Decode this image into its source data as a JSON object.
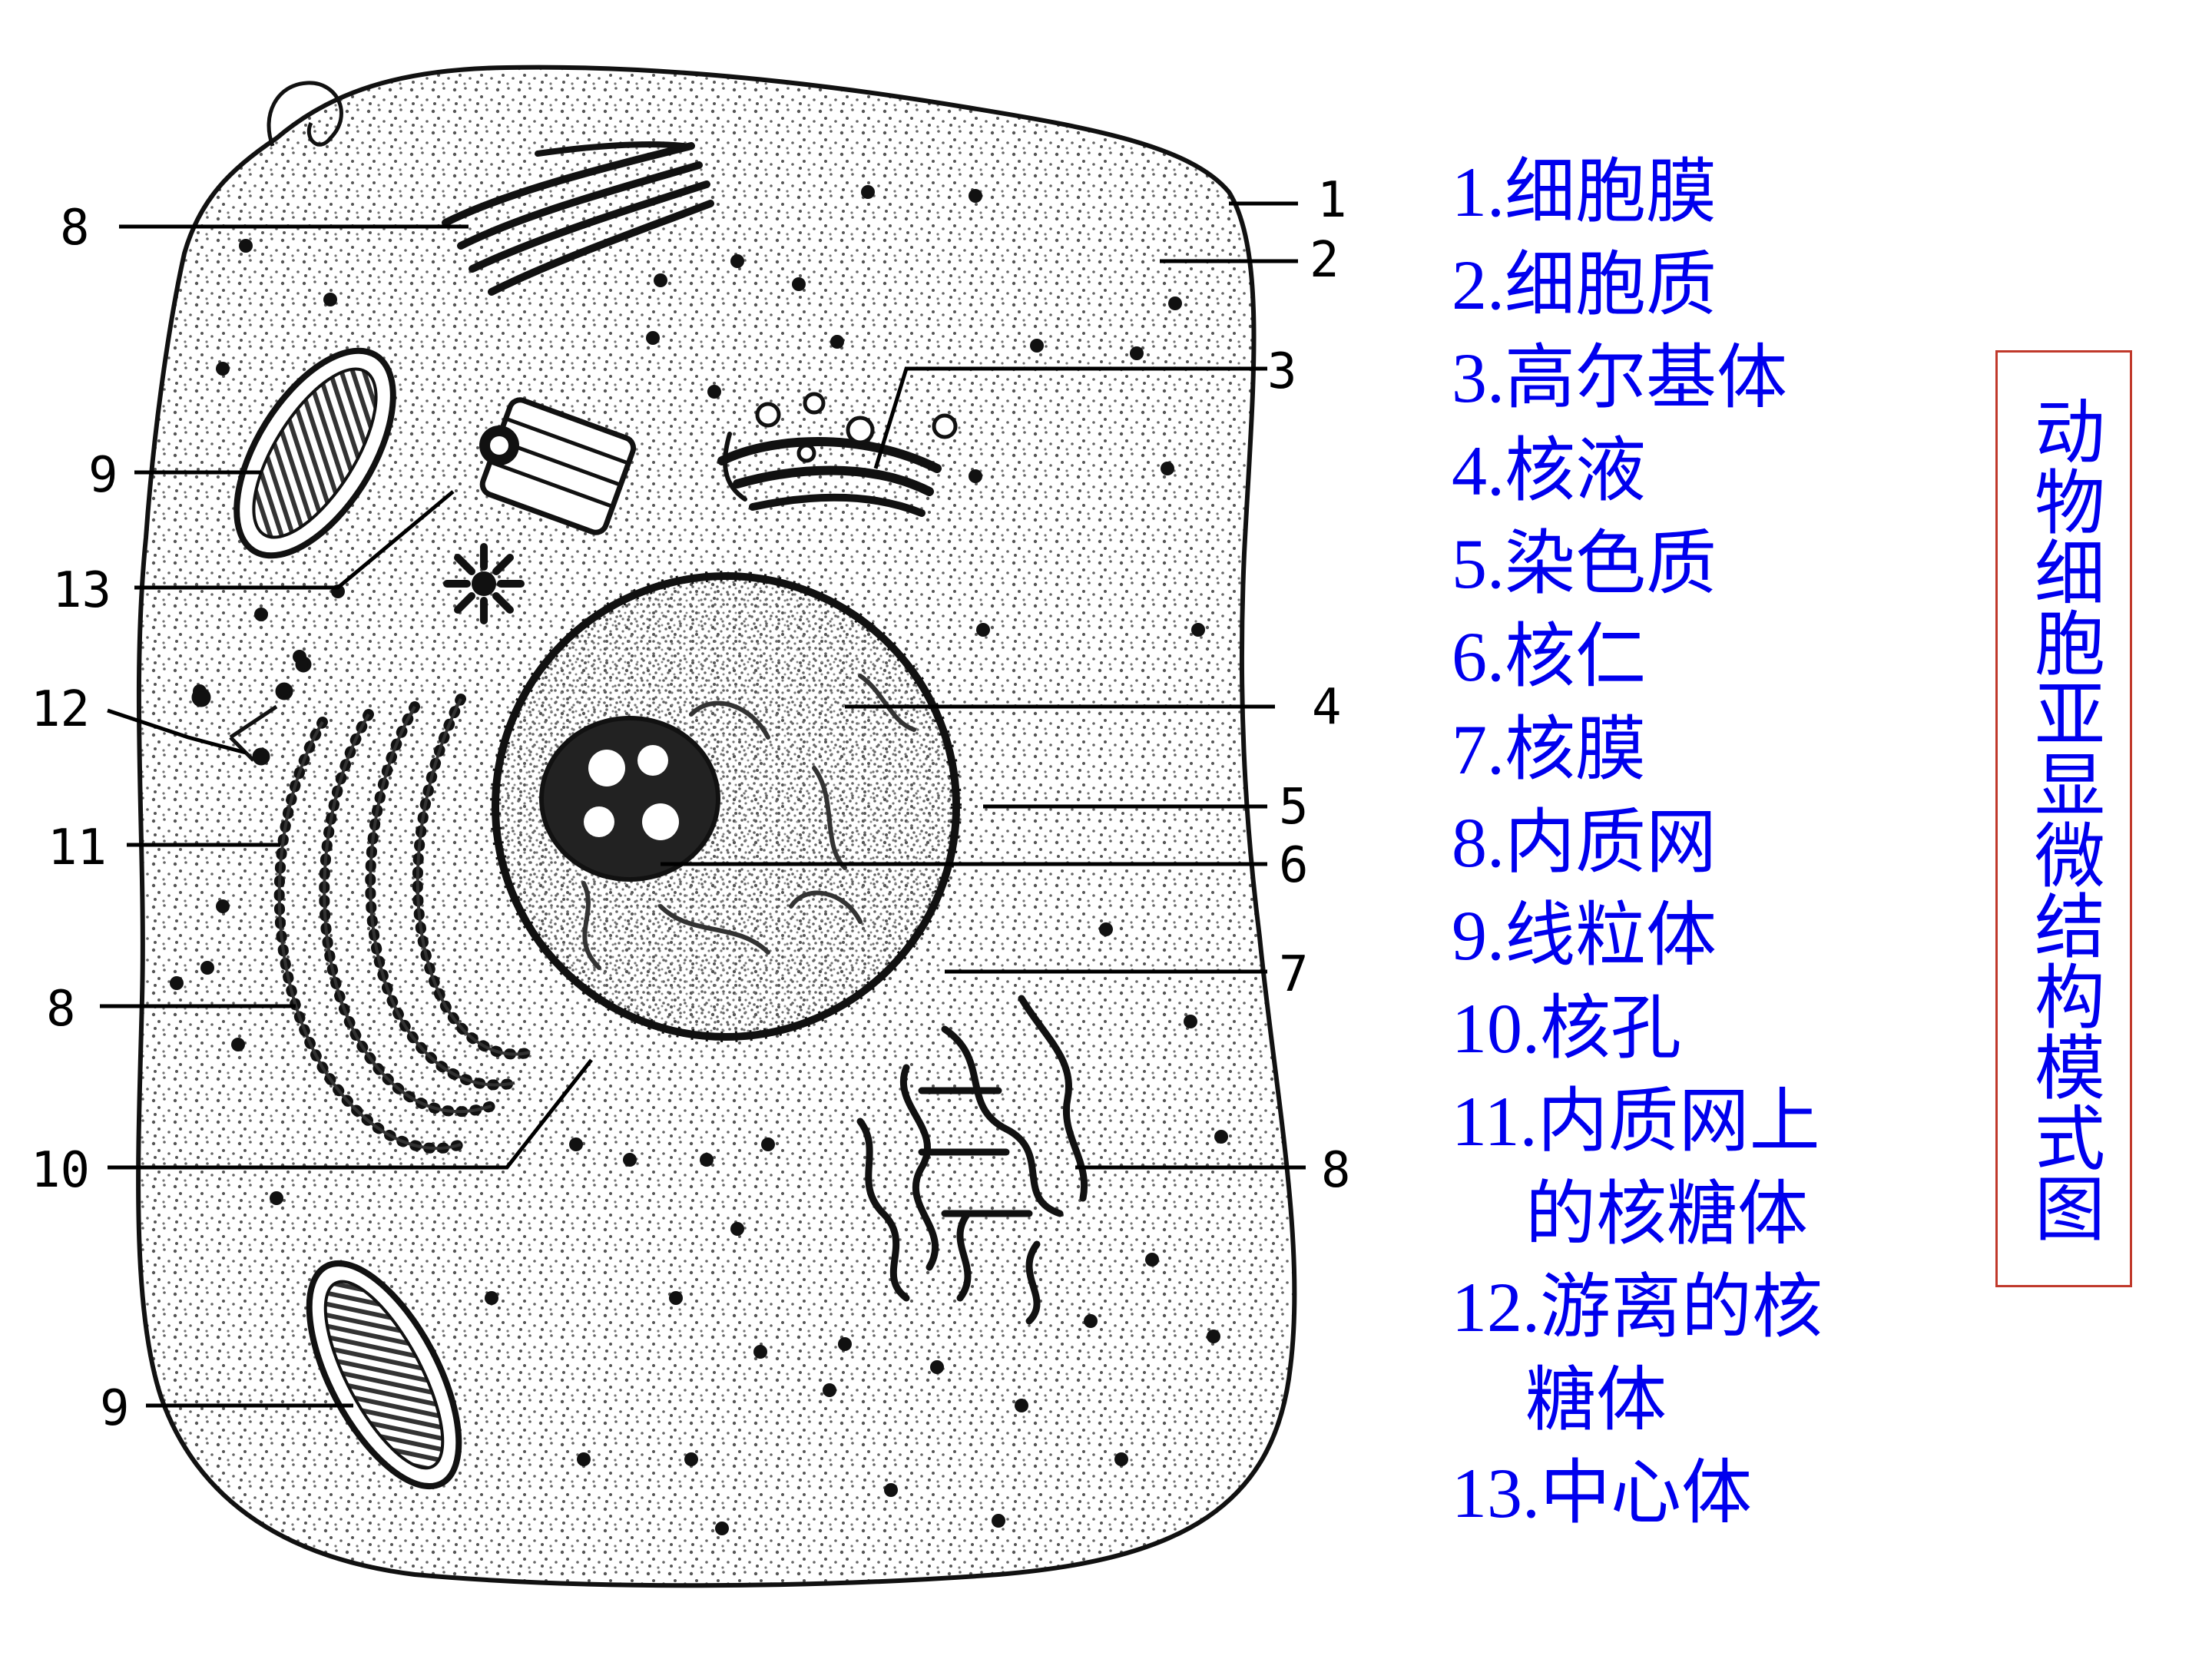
{
  "title": "动物细胞亚显微结构模式图",
  "legend": [
    {
      "line1": "1.细胞膜"
    },
    {
      "line1": "2.细胞质"
    },
    {
      "line1": "3.高尔基体"
    },
    {
      "line1": "4.核液"
    },
    {
      "line1": "5.染色质"
    },
    {
      "line1": "6.核仁"
    },
    {
      "line1": "7.核膜"
    },
    {
      "line1": "8.内质网"
    },
    {
      "line1": "9.线粒体"
    },
    {
      "line1": "10.核孔"
    },
    {
      "line1": "11.内质网上",
      "line2": "的核糖体"
    },
    {
      "line1": "12.游离的核",
      "line2": "糖体"
    },
    {
      "line1": "13.中心体"
    }
  ],
  "callouts": {
    "c1": "1",
    "c2": "2",
    "c3": "3",
    "c4": "4",
    "c5": "5",
    "c6": "6",
    "c7": "7",
    "c8a": "8",
    "c8b": "8",
    "c8c": "8",
    "c9a": "9",
    "c9b": "9",
    "c10": "10",
    "c11": "11",
    "c12": "12",
    "c13": "13"
  },
  "colors": {
    "legend_text": "#0000ee",
    "title_border": "#c0392b",
    "lines": "#000000"
  }
}
